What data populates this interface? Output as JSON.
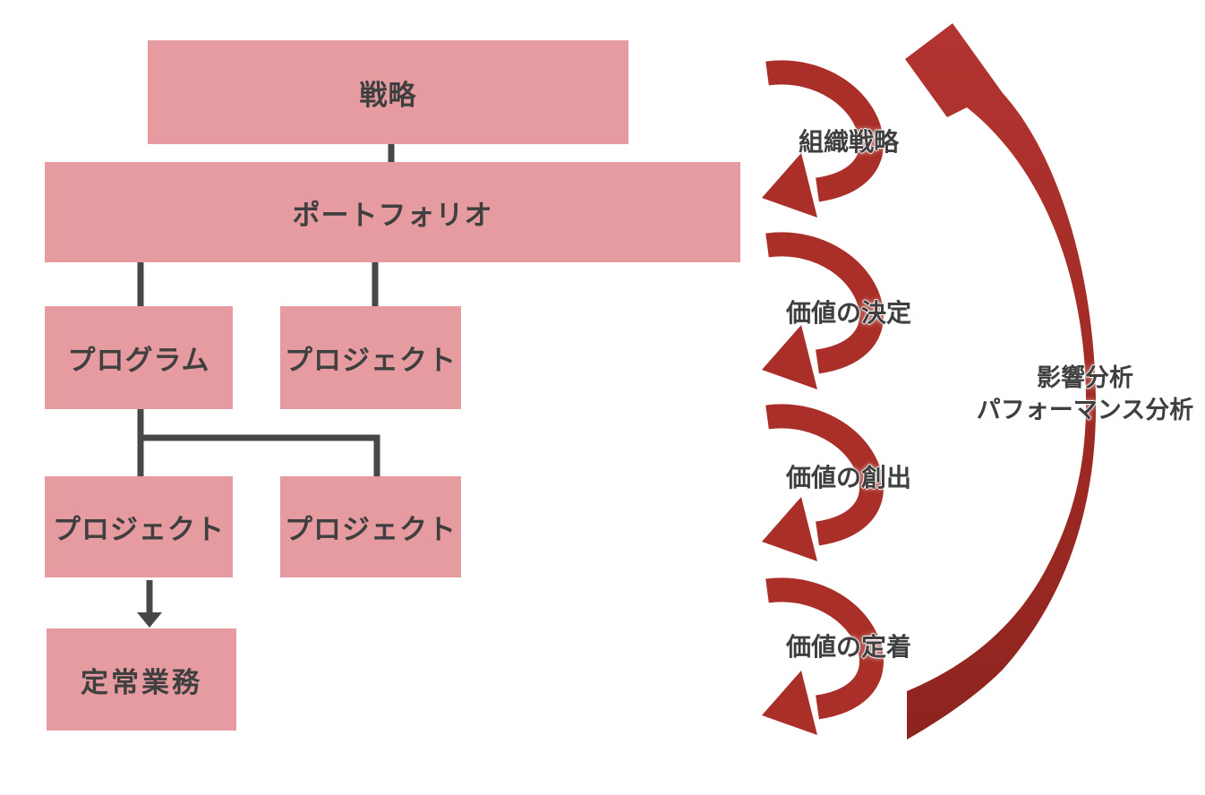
{
  "diagram": {
    "title_hint": "Portfolio management value cycle",
    "boxes": [
      {
        "id": "strategy",
        "label": "戦略"
      },
      {
        "id": "portfolio",
        "label": "ポートフォリオ"
      },
      {
        "id": "program",
        "label": "プログラム"
      },
      {
        "id": "project-1",
        "label": "プロジェクト"
      },
      {
        "id": "project-2",
        "label": "プロジェクト"
      },
      {
        "id": "project-3",
        "label": "プロジェクト"
      },
      {
        "id": "routine",
        "label": "定常業務"
      }
    ],
    "cycle_arrows": [
      {
        "label": "組織戦略"
      },
      {
        "label": "価値の決定"
      },
      {
        "label": "価値の創出"
      },
      {
        "label": "価値の定着"
      }
    ],
    "side_label": {
      "line1": "影響分析",
      "line2": "パフォーマンス分析"
    },
    "colors": {
      "box_fill": "#e69ba1",
      "box_text": "#3f3f3f",
      "connector": "#474747",
      "small_arrow": "#a92f28",
      "big_arrow_top": "#b23430",
      "big_arrow_bottom": "#8e241e"
    }
  }
}
